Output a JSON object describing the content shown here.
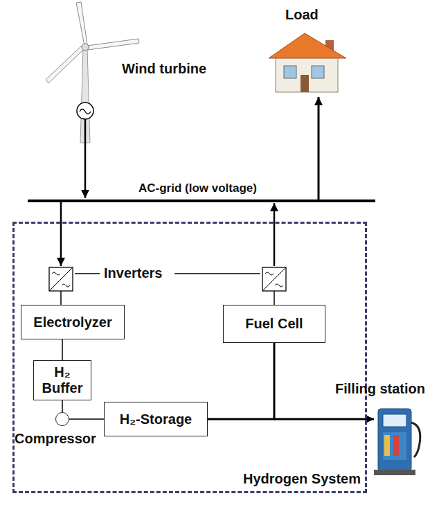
{
  "diagram": {
    "nodes": [
      {
        "text": [
          "Hydrogen System"
        ]
      },
      {
        "text": [
          "Electrolyzer"
        ],
        "in": 0
      },
      {
        "text": [
          "H₂ Buffer"
        ],
        "in": 0
      },
      {
        "text": [
          "Compressor"
        ],
        "in": 0
      },
      {
        "text": [
          "H₂-Storage"
        ],
        "in": 0
      },
      {
        "text": [
          "Fuel Cell"
        ],
        "in": 0
      }
    ],
    "edges": [
      {
        "from": 1,
        "to": 2,
        "arrow": "none"
      },
      {
        "from": 2,
        "to": 3,
        "arrow": "none"
      },
      {
        "from": 3,
        "to": 4,
        "arrow": "none"
      },
      {
        "from": 4,
        "to": 5,
        "arrow": "none"
      }
    ],
    "labels": [
      "Wind turbine",
      "Load",
      "AC-grid (low voltage)",
      "Inverters",
      "Filling station"
    ]
  }
}
